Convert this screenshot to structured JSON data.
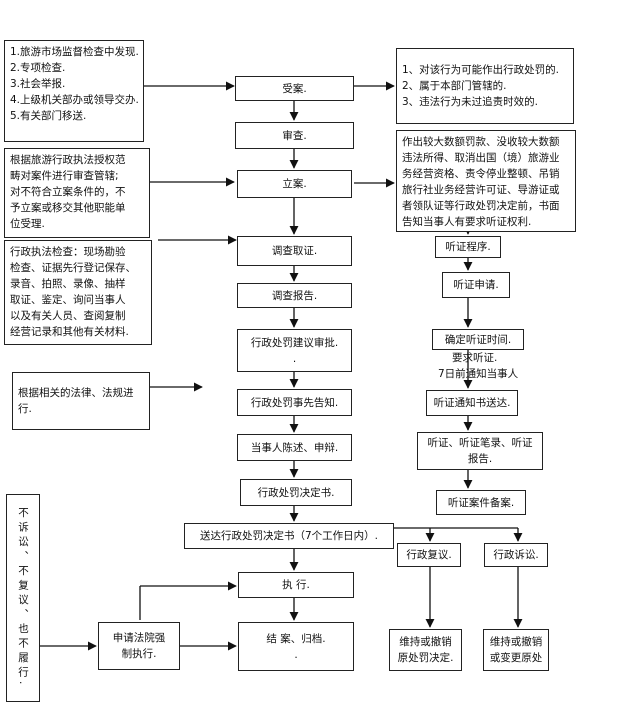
{
  "main_flow": {
    "accept": "受案.",
    "review": "审查.",
    "file_case": "立案.",
    "investigate": "调查取证.",
    "investigation_report": "调查报告.",
    "penalty_approval": "行政处罚建议审批.",
    "penalty_approval_sub": ".",
    "prior_notice": "行政处罚事先告知.",
    "statement": "当事人陈述、申辩.",
    "decision": "行政处罚决定书.",
    "deliver": "送达行政处罚决定书（7个工作日内）.",
    "execute": "执 行.",
    "close": "结 案、归档.",
    "close_sub": "."
  },
  "left_notes": {
    "sources": [
      "1.旅游市场监督检查中发现.",
      "2.专项检查.",
      "3.社会举报.",
      "4.上级机关部办或领导交办.",
      "5.有关部门移送."
    ],
    "jurisdiction": [
      "根据旅游行政执法授权范",
      "畴对案件进行审查管辖;",
      "对不符合立案条件的，不",
      "予立案或移交其他职能单",
      "位受理."
    ],
    "investigation_methods": [
      "行政执法检查：现场勘验",
      "检查、证据先行登记保存、",
      "录音、拍照、录像、抽样",
      "取证、鉴定、询问当事人",
      "以及有关人员、查阅复制",
      "经营记录和其他有关材料."
    ],
    "legal_basis": [
      "根据相关的法律、法规进",
      "行."
    ],
    "no_appeal": "不诉讼、不复议、也不履行.",
    "court_enforcement": [
      "申请法院强",
      "制执行."
    ]
  },
  "right_notes": {
    "reject_conditions": [
      "1、对该行为可能作出行政处罚的.",
      "2、属于本部门管辖的.",
      "3、违法行为未过追责时效的."
    ],
    "hearing_scope": [
      "作出较大数额罚款、没收较大数额",
      "违法所得、取消出国（境）旅游业",
      "务经营资格、责令停业整顿、吊销",
      "旅行社业务经营许可证、导游证或",
      "者领队证等行政处罚决定前，书面",
      "告知当事人有要求听证权利."
    ]
  },
  "hearing_flow": {
    "procedure": "听证程序.",
    "application": "听证申请.",
    "confirm_time": "确定听证时间.",
    "request": "要求听证.",
    "notify_7days": "7日前通知当事人",
    "notice_delivered": "听证通知书送达.",
    "hearing_record": [
      "听证、听证笔录、听证",
      "报告."
    ],
    "filing": "听证案件备案."
  },
  "remedies": {
    "reconsideration": "行政复议.",
    "litigation": "行政诉讼.",
    "reconsideration_result": [
      "维持或撤销",
      "原处罚决定."
    ],
    "litigation_result": [
      "维持或撤销",
      "或变更原处"
    ]
  }
}
